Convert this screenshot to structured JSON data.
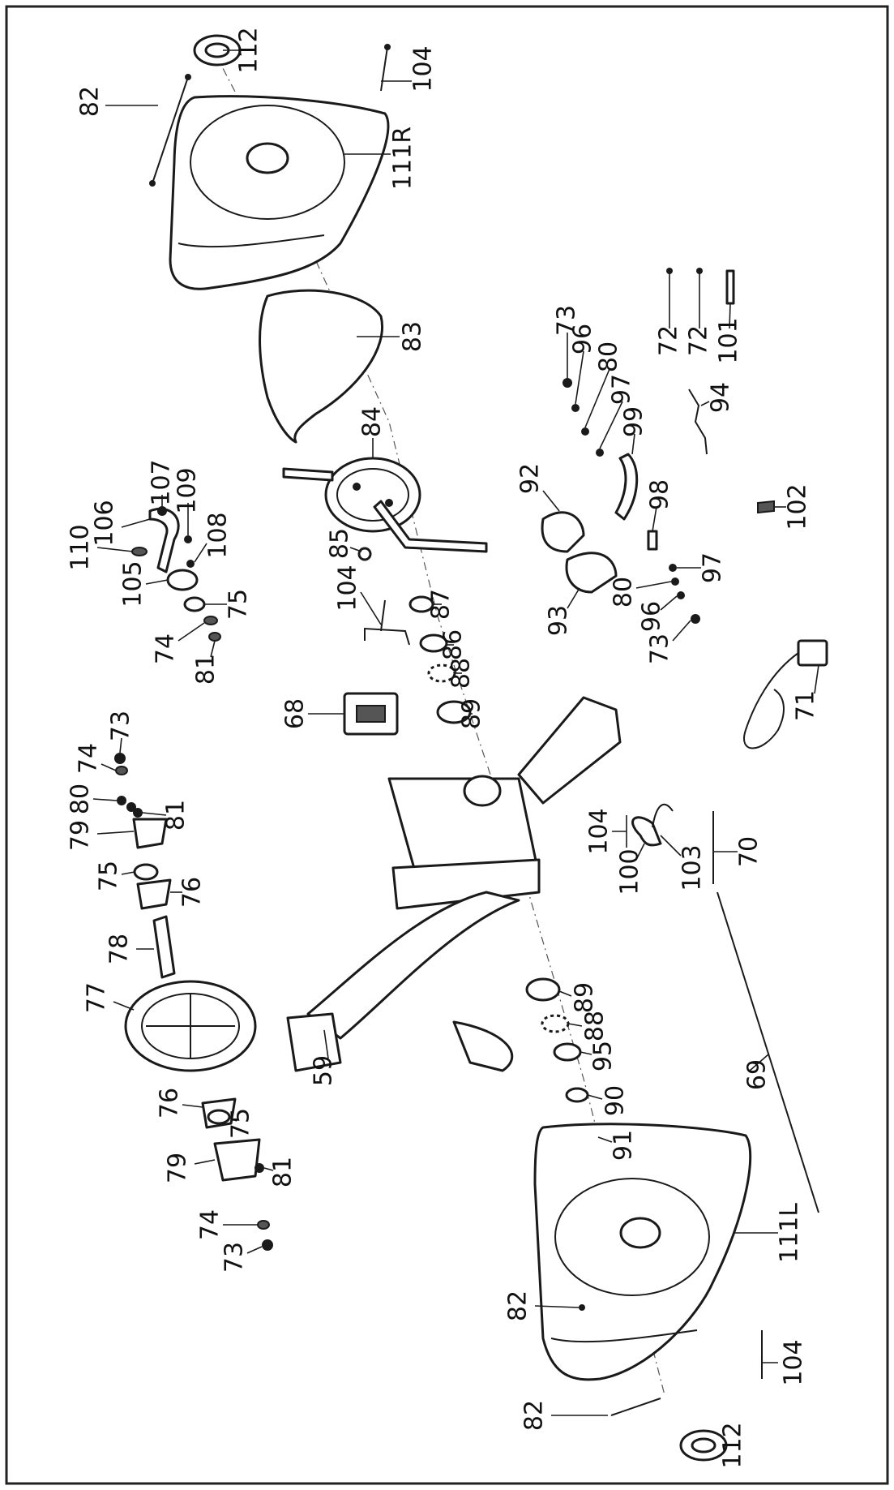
{
  "callouts": [
    {
      "id": "c112a",
      "label": "112"
    },
    {
      "id": "c104a",
      "label": "104"
    },
    {
      "id": "c82a",
      "label": "82"
    },
    {
      "id": "c111R",
      "label": "111R"
    },
    {
      "id": "c83",
      "label": "83"
    },
    {
      "id": "c84",
      "label": "84"
    },
    {
      "id": "c85",
      "label": "85"
    },
    {
      "id": "c87",
      "label": "87"
    },
    {
      "id": "c86",
      "label": "86"
    },
    {
      "id": "c88a",
      "label": "88"
    },
    {
      "id": "c89a",
      "label": "89"
    },
    {
      "id": "c104b",
      "label": "104"
    },
    {
      "id": "c68",
      "label": "68"
    },
    {
      "id": "c110",
      "label": "110"
    },
    {
      "id": "c106",
      "label": "106"
    },
    {
      "id": "c107",
      "label": "107"
    },
    {
      "id": "c109",
      "label": "109"
    },
    {
      "id": "c108",
      "label": "108"
    },
    {
      "id": "c105",
      "label": "105"
    },
    {
      "id": "c75a",
      "label": "75"
    },
    {
      "id": "c74a",
      "label": "74"
    },
    {
      "id": "c81a",
      "label": "81"
    },
    {
      "id": "c73a",
      "label": "73"
    },
    {
      "id": "c96a",
      "label": "96"
    },
    {
      "id": "c80a",
      "label": "80"
    },
    {
      "id": "c97a",
      "label": "97"
    },
    {
      "id": "c99",
      "label": "99"
    },
    {
      "id": "c72a",
      "label": "72"
    },
    {
      "id": "c72b",
      "label": "72"
    },
    {
      "id": "c101",
      "label": "101"
    },
    {
      "id": "c94",
      "label": "94"
    },
    {
      "id": "c92",
      "label": "92"
    },
    {
      "id": "c93",
      "label": "93"
    },
    {
      "id": "c98",
      "label": "98"
    },
    {
      "id": "c97b",
      "label": "97"
    },
    {
      "id": "c80b",
      "label": "80"
    },
    {
      "id": "c96b",
      "label": "96"
    },
    {
      "id": "c73b",
      "label": "73"
    },
    {
      "id": "c102",
      "label": "102"
    },
    {
      "id": "c71",
      "label": "71"
    },
    {
      "id": "c73c",
      "label": "73"
    },
    {
      "id": "c74b",
      "label": "74"
    },
    {
      "id": "c80c",
      "label": "80"
    },
    {
      "id": "c79a",
      "label": "79"
    },
    {
      "id": "c81b",
      "label": "81"
    },
    {
      "id": "c75b",
      "label": "75"
    },
    {
      "id": "c76a",
      "label": "76"
    },
    {
      "id": "c78",
      "label": "78"
    },
    {
      "id": "c77",
      "label": "77"
    },
    {
      "id": "c70",
      "label": "70"
    },
    {
      "id": "c104c",
      "label": "104"
    },
    {
      "id": "c100",
      "label": "100"
    },
    {
      "id": "c103",
      "label": "103"
    },
    {
      "id": "c69",
      "label": "69"
    },
    {
      "id": "c89b",
      "label": "89"
    },
    {
      "id": "c88b",
      "label": "88"
    },
    {
      "id": "c95",
      "label": "95"
    },
    {
      "id": "c90",
      "label": "90"
    },
    {
      "id": "c91",
      "label": "91"
    },
    {
      "id": "c59",
      "label": "59"
    },
    {
      "id": "c76b",
      "label": "76"
    },
    {
      "id": "c75c",
      "label": "75"
    },
    {
      "id": "c79b",
      "label": "79"
    },
    {
      "id": "c81c",
      "label": "81"
    },
    {
      "id": "c74c",
      "label": "74"
    },
    {
      "id": "c73d",
      "label": "73"
    },
    {
      "id": "c111L",
      "label": "111L"
    },
    {
      "id": "c82b",
      "label": "82"
    },
    {
      "id": "c104d",
      "label": "104"
    },
    {
      "id": "c82c",
      "label": "82"
    },
    {
      "id": "c112b",
      "label": "112"
    }
  ]
}
